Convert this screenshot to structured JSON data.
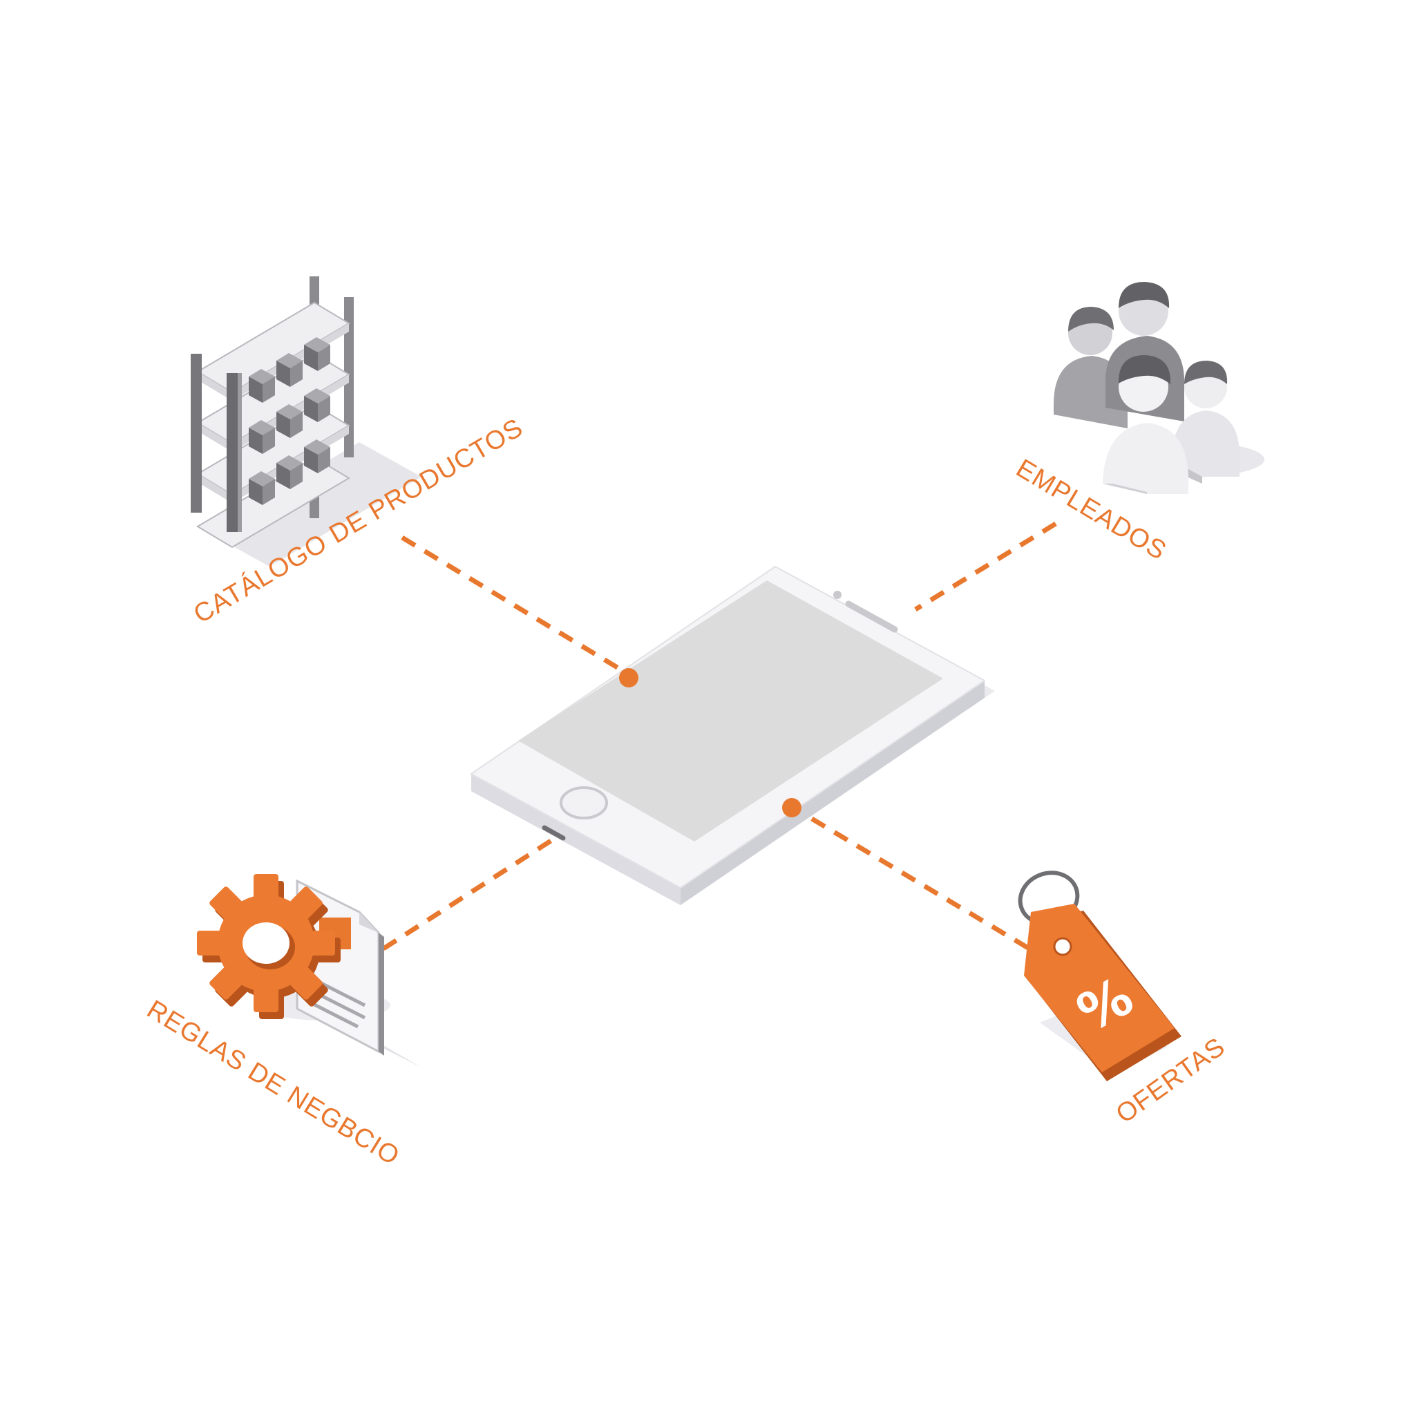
{
  "nodes": {
    "catalog": {
      "label": "CATÁLOGO DE PRODUCTOS",
      "icon": "shelf-icon"
    },
    "employees": {
      "label": "EMPLEADOS",
      "icon": "people-icon"
    },
    "rules": {
      "label": "REGLAS DE NEGBCIO",
      "icon": "gear-document-icon"
    },
    "offers": {
      "label": "OFERTAS",
      "icon": "price-tag-icon",
      "tag_symbol": "%"
    }
  },
  "center": {
    "icon": "smartphone-icon"
  },
  "colors": {
    "accent": "#e9782f",
    "icon_gray": "#7a7a7e",
    "phone_body": "#f4f4f6",
    "phone_screen": "#dcdcdc"
  }
}
